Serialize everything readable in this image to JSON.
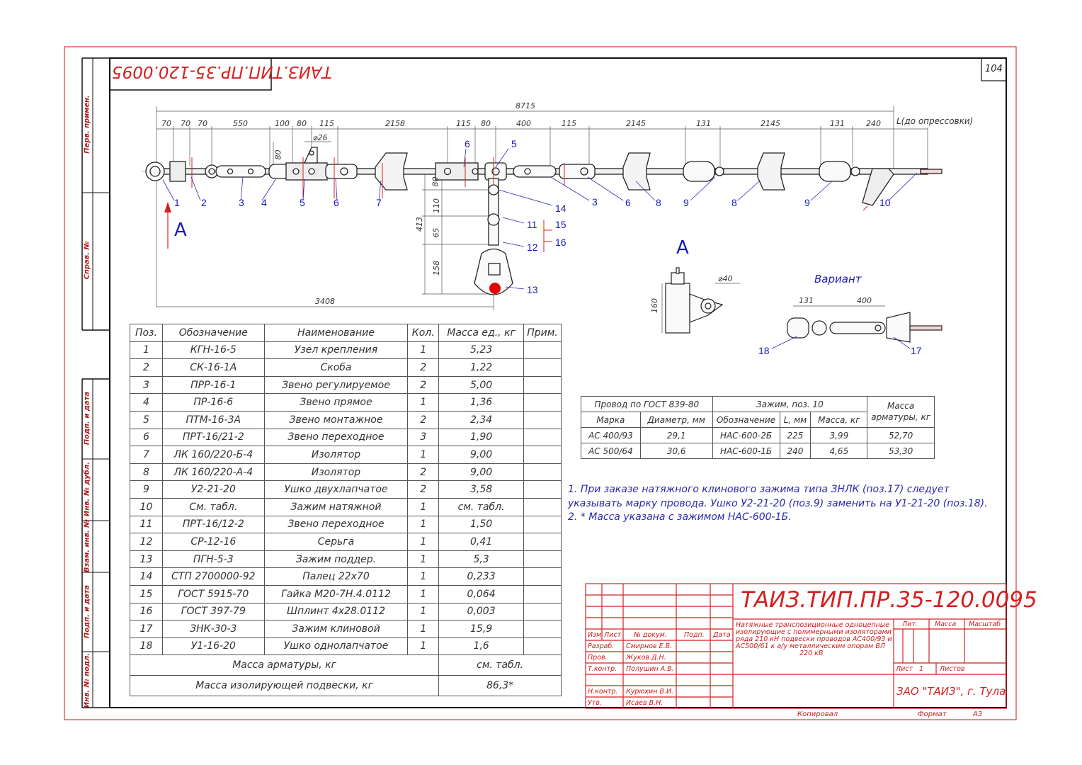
{
  "sheet": {
    "page_number": "104",
    "stamp_mirrored": "ТАИЗ.ТИП.ПР.35-120.0095",
    "side_labels": [
      "Перв. примен.",
      "Справ. №",
      "Подп. и дата",
      "Инв. № дубл.",
      "Взам. инв. №",
      "Подп. и дата",
      "Инв. № подл."
    ]
  },
  "drawing": {
    "dims_top": {
      "overall": "8715",
      "segments": [
        "70",
        "70",
        "70",
        "550",
        "100",
        "80",
        "115",
        "2158",
        "115",
        "80",
        "400",
        "115",
        "2145",
        "131",
        "2145",
        "131",
        "240"
      ],
      "tail": "L(до опрессовки)"
    },
    "dim_26": "⌀26",
    "dim_80v": "80",
    "dims_vertical": {
      "v413": "413",
      "v80": "80",
      "v110": "110",
      "v65": "65",
      "v158": "158"
    },
    "dim_3408": "3408",
    "pos_labels_top": [
      "6",
      "5"
    ],
    "pos_labels_row": [
      "1",
      "2",
      "3",
      "4",
      "5",
      "6",
      "7",
      "3",
      "6",
      "8",
      "9",
      "8",
      "9",
      "10"
    ],
    "pos_labels_branch": [
      "14",
      "11",
      "15",
      "12",
      "16",
      "13"
    ],
    "view_letter": "А",
    "view_a": {
      "label": "А",
      "dim_40": "⌀40",
      "dim_160": "160"
    },
    "variant": {
      "title": "Вариант",
      "dim_131": "131",
      "dim_400": "400",
      "pos_left": "18",
      "pos_right": "17"
    }
  },
  "parts_table": {
    "headers": [
      "Поз.",
      "Обозначение",
      "Наименование",
      "Кол.",
      "Масса ед., кг",
      "Прим."
    ],
    "rows": [
      [
        "1",
        "КГН-16-5",
        "Узел крепления",
        "1",
        "5,23",
        ""
      ],
      [
        "2",
        "СК-16-1А",
        "Скоба",
        "2",
        "1,22",
        ""
      ],
      [
        "3",
        "ПРР-16-1",
        "Звено регулируемое",
        "2",
        "5,00",
        ""
      ],
      [
        "4",
        "ПР-16-6",
        "Звено прямое",
        "1",
        "1,36",
        ""
      ],
      [
        "5",
        "ПТМ-16-3А",
        "Звено монтажное",
        "2",
        "2,34",
        ""
      ],
      [
        "6",
        "ПРТ-16/21-2",
        "Звено переходное",
        "3",
        "1,90",
        ""
      ],
      [
        "7",
        "ЛК 160/220-Б-4",
        "Изолятор",
        "1",
        "9,00",
        ""
      ],
      [
        "8",
        "ЛК 160/220-А-4",
        "Изолятор",
        "2",
        "9,00",
        ""
      ],
      [
        "9",
        "У2-21-20",
        "Ушко двухлапчатое",
        "2",
        "3,58",
        ""
      ],
      [
        "10",
        "См. табл.",
        "Зажим натяжной",
        "1",
        "см. табл.",
        ""
      ],
      [
        "11",
        "ПРТ-16/12-2",
        "Звено переходное",
        "1",
        "1,50",
        ""
      ],
      [
        "12",
        "СР-12-16",
        "Серьга",
        "1",
        "0,41",
        ""
      ],
      [
        "13",
        "ПГН-5-3",
        "Зажим поддер.",
        "1",
        "5,3",
        ""
      ],
      [
        "14",
        "СТП 2700000-92",
        "Палец 22х70",
        "1",
        "0,233",
        ""
      ],
      [
        "15",
        "ГОСТ 5915-70",
        "Гайка М20-7Н.4.0112",
        "1",
        "0,064",
        ""
      ],
      [
        "16",
        "ГОСТ 397-79",
        "Шплинт 4х28.0112",
        "1",
        "0,003",
        ""
      ],
      [
        "17",
        "ЗНК-30-3",
        "Зажим клиновой",
        "1",
        "15,9",
        ""
      ],
      [
        "18",
        "У1-16-20",
        "Ушко однолапчатое",
        "1",
        "1,6",
        ""
      ]
    ],
    "mass_fittings": {
      "label": "Масса арматуры, кг",
      "value": "см. табл."
    },
    "mass_suspension": {
      "label": "Масса изолирующей подвески, кг",
      "value": "86,3*"
    }
  },
  "wire_table": {
    "group1": "Провод по ГОСТ 839-80",
    "group2": "Зажим, поз. 10",
    "group3": "Масса арматуры, кг",
    "sub": [
      "Марка",
      "Диаметр, мм",
      "Обозначение",
      "L, мм",
      "Масса, кг"
    ],
    "rows": [
      [
        "АС 400/93",
        "29,1",
        "НАС-600-2Б",
        "225",
        "3,99",
        "52,70"
      ],
      [
        "АС 500/64",
        "30,6",
        "НАС-600-1Б",
        "240",
        "4,65",
        "53,30"
      ]
    ]
  },
  "notes": [
    "1. При заказе натяжного клинового зажима типа ЗНЛК (поз.17) следует",
    "указывать марку провода. Ушко У2-21-20 (поз.9) заменить на У1-21-20 (поз.18).",
    "2. * Масса указана с зажимом НАС-600-1Б."
  ],
  "title_block": {
    "doc_number": "ТАИЗ.ТИП.ПР.35-120.0095",
    "title_lines": [
      "Натяжные транспозиционные одноцепные",
      "изолирующие с полимерными изоляторами",
      "ряда 210 кН подвески проводов АС400/93 и",
      "АС500/61 к а/у металлическим опорам ВЛ",
      "220 кВ"
    ],
    "cols": [
      "Изм",
      "Лист",
      "№ докум.",
      "Подп.",
      "Дата"
    ],
    "roles": [
      "Разраб.",
      "Пров.",
      "Т.контр.",
      "",
      "Н.контр.",
      "Утв."
    ],
    "names": [
      "Смирнов Е.В.",
      "Жуков Д.Н.",
      "Полушин А.В.",
      "",
      "Курюхин В.И.",
      "Исаев В.Н."
    ],
    "lit": "Лит.",
    "mass": "Масса",
    "scale": "Масштаб",
    "sheet": "Лист",
    "sheet_num": "1",
    "sheets": "Листов",
    "company": "ЗАО \"ТАИЗ\", г. Тула",
    "copied": "Копировал",
    "format": "Формат",
    "format_val": "А3"
  }
}
